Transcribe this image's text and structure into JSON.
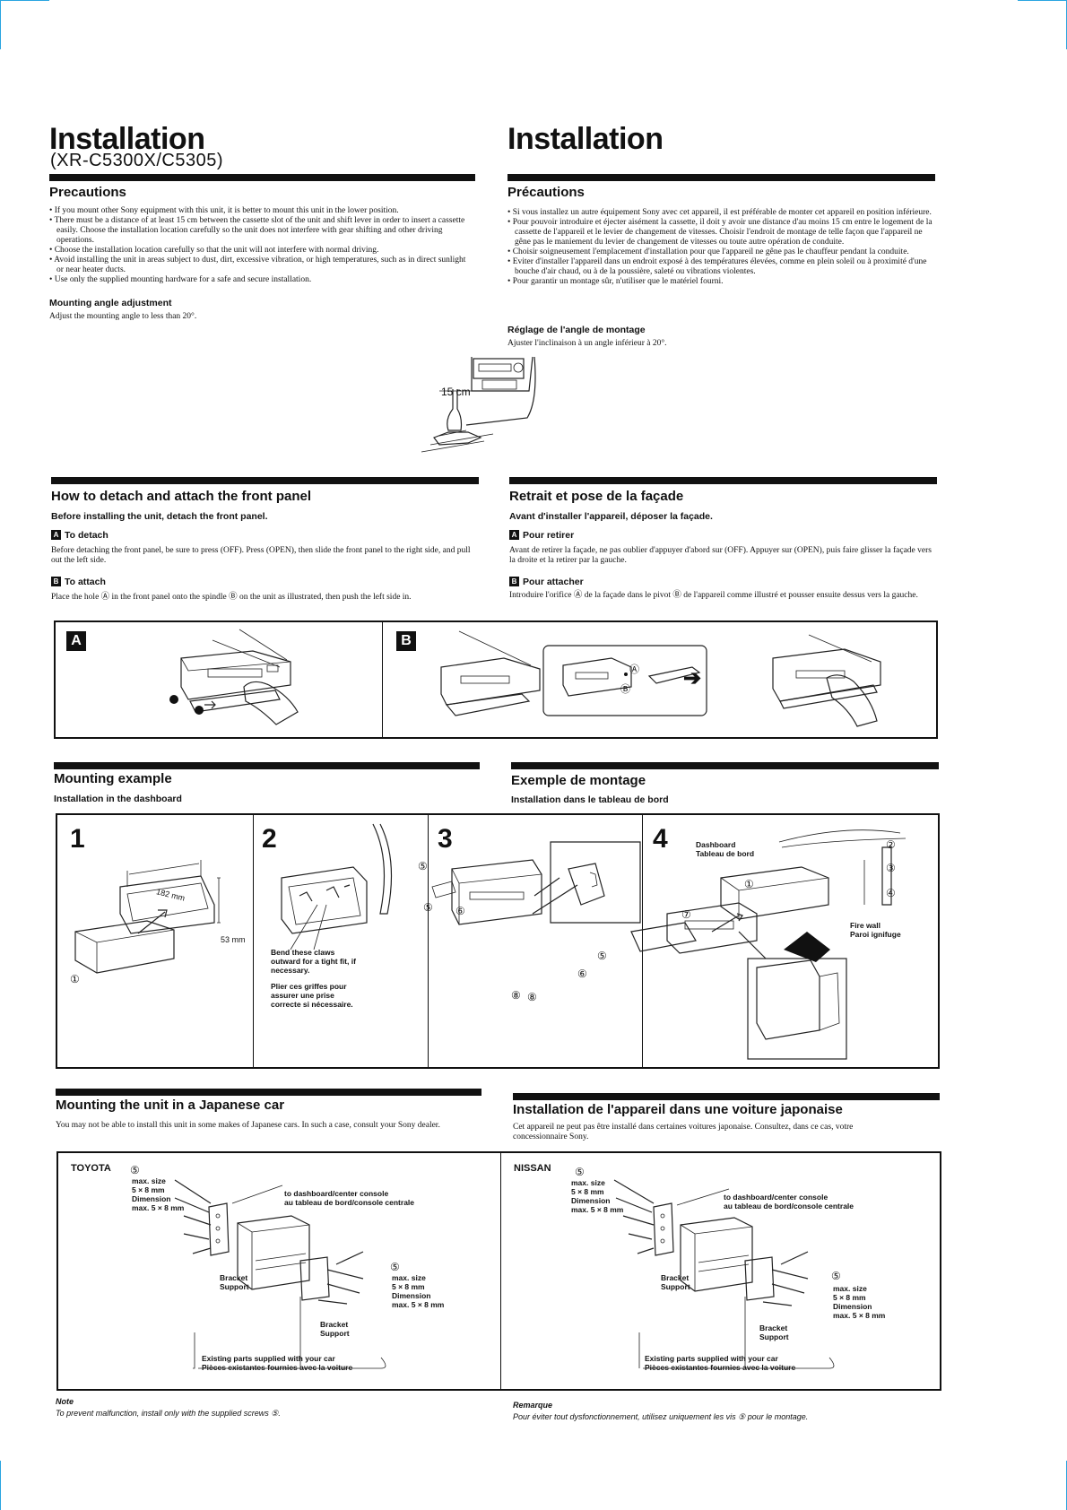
{
  "header": {
    "title_en": "Installation",
    "model": "(XR-C5300X/C5305)",
    "title_fr": "Installation"
  },
  "precautions_en": {
    "heading": "Precautions",
    "bullets": [
      "If you mount other Sony equipment with this unit, it is better to mount this unit in the lower position.",
      "There must be a distance of at least 15 cm between the cassette slot of the unit and shift lever in order to insert a cassette easily. Choose the installation location carefully so the unit does not interfere with gear shifting and other driving operations.",
      "Choose the installation location carefully so that the unit will not interfere with normal driving.",
      "Avoid installing the unit in areas subject to dust, dirt, excessive vibration, or high temperatures, such as in direct sunlight or near heater ducts.",
      "Use only the supplied mounting hardware for a safe and secure installation."
    ],
    "angle_heading": "Mounting angle adjustment",
    "angle_text": "Adjust the mounting angle to less than 20°."
  },
  "precautions_fr": {
    "heading": "Précautions",
    "bullets": [
      "Si vous installez un autre équipement Sony avec cet appareil, il est préférable de monter cet appareil en position inférieure.",
      "Pour pouvoir introduire et éjecter aisément la cassette, il doit y avoir une distance d'au moins 15 cm entre le logement de la cassette de l'appareil et le levier de changement de vitesses. Choisir l'endroit de montage de telle façon que l'appareil ne gêne pas le maniement du levier de changement de vitesses ou toute autre opération de conduite.",
      "Choisir soigneusement l'emplacement d'installation pour que l'appareil ne gêne pas le chauffeur pendant la conduite.",
      "Eviter d'installer l'appareil dans un endroit exposé à des températures élevées, comme en plein soleil ou à proximité d'une bouche d'air chaud, ou à de la poussière, saleté ou vibrations violentes.",
      "Pour garantir un montage sûr, n'utiliser que le matériel fourni."
    ],
    "angle_heading": "Réglage de l'angle de montage",
    "angle_text": "Ajuster l'inclinaison à un angle inférieur à 20°."
  },
  "figure_dash": {
    "label": "15 cm"
  },
  "panel_en": {
    "heading": "How to detach and attach the front panel",
    "before": "Before installing the unit, detach the front panel.",
    "a_tag": "A",
    "a_heading": "To detach",
    "a_text": "Before detaching the front panel, be sure to press (OFF). Press (OPEN), then slide the front panel to the right side, and pull out the left side.",
    "b_tag": "B",
    "b_heading": "To attach",
    "b_text": "Place the hole Ⓐ in the front panel onto the spindle Ⓑ on the unit as illustrated, then push the left side in."
  },
  "panel_fr": {
    "heading": "Retrait et pose de la façade",
    "before": "Avant d'installer l'appareil, déposer la façade.",
    "a_tag": "A",
    "a_heading": "Pour retirer",
    "a_text": "Avant de retirer la façade, ne pas oublier d'appuyer d'abord sur (OFF). Appuyer sur (OPEN), puis faire glisser la façade vers la droite et la retirer par la gauche.",
    "b_tag": "B",
    "b_heading": "Pour attacher",
    "b_text": "Introduire l'orifice Ⓐ de la façade dans le pivot Ⓑ de l'appareil comme illustré et pousser ensuite dessus vers la gauche."
  },
  "figure_ab": {
    "a": "A",
    "b": "B",
    "arrow": "➔",
    "callout_a": "Ⓐ",
    "callout_b": "Ⓑ"
  },
  "mounting": {
    "heading_en": "Mounting example",
    "sub_en": "Installation in the dashboard",
    "heading_fr": "Exemple de montage",
    "sub_fr": "Installation dans le tableau de bord",
    "steps": [
      "1",
      "2",
      "3",
      "4"
    ],
    "dim_w": "182 mm",
    "dim_h": "53 mm",
    "claws_en": "Bend these claws\noutward for a tight fit, if\nnecessary.",
    "claws_fr": "Plier ces griffes pour\nassurer une prise\ncorrecte si nécessaire.",
    "dashboard": "Dashboard\nTableau de bord",
    "firewall": "Fire wall\nParoi ignifuge",
    "c1": "①",
    "c2": "②",
    "c3": "③",
    "c4": "④",
    "c5": "⑤",
    "c6": "⑥",
    "c7": "⑦",
    "c8": "⑧"
  },
  "japanese_en": {
    "heading": "Mounting the unit in a Japanese car",
    "text": "You may not be able to install this unit in some makes of Japanese cars. In such a case, consult your Sony dealer."
  },
  "japanese_fr": {
    "heading": "Installation de l'appareil dans une voiture japonaise",
    "text": "Cet appareil ne peut pas être installé dans certaines voitures japonaise. Consultez, dans ce cas, votre concessionnaire Sony."
  },
  "toyota": {
    "name": "TOYOTA",
    "c5": "⑤",
    "screw": "max. size\n5 × 8 mm\nDimension\nmax. 5 × 8 mm",
    "console": "to dashboard/center console\nau tableau de bord/console centrale",
    "bracket": "Bracket\nSupport",
    "existing": "Existing parts supplied with your car\nPièces existantes fournies avec la voiture"
  },
  "nissan": {
    "name": "NISSAN",
    "c5": "⑤",
    "screw": "max. size\n5 × 8 mm\nDimension\nmax. 5 × 8 mm",
    "console": "to dashboard/center console\nau tableau de bord/console centrale",
    "bracket": "Bracket\nSupport",
    "existing": "Existing parts supplied with your car\nPièces existantes fournies avec la voiture"
  },
  "notes": {
    "en_title": "Note",
    "en_text": "To prevent malfunction, install only with the supplied screws ⑤.",
    "fr_title": "Remarque",
    "fr_text": "Pour éviter tout dysfonctionnement, utilisez uniquement les vis ⑤ pour le montage."
  }
}
